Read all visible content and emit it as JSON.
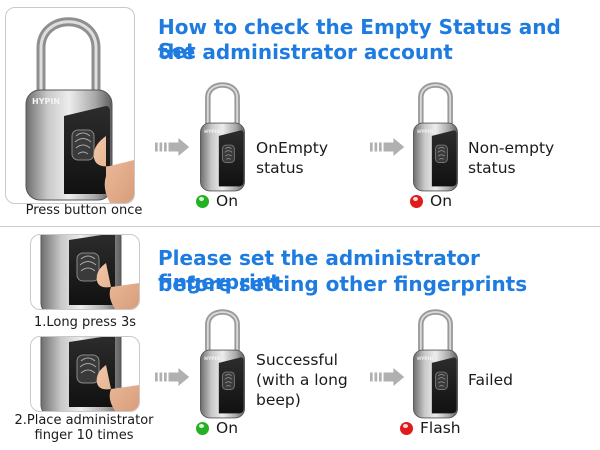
{
  "section1": {
    "heading_line1": "How to check the Empty Status and Set",
    "heading_line2": "the administrator account",
    "main_caption": "Press button once",
    "brand": "HYPIN",
    "left": {
      "status_line1": "OnEmpty",
      "status_line2": "status",
      "indicator_label": "On",
      "indicator_color": "#22b222"
    },
    "right": {
      "status_line1": "Non-empty",
      "status_line2": "status",
      "indicator_label": "On",
      "indicator_color": "#e01b1b"
    }
  },
  "section2": {
    "heading_line1": "Please set the administrator fingerprint",
    "heading_line2": "before setting other fingerprints",
    "step1_caption": "1.Long press 3s",
    "step2_caption_line1": "2.Place administrator",
    "step2_caption_line2": "finger 10 times",
    "left": {
      "status_line1": "Successful",
      "status_line2": "(with a long",
      "status_line3": "beep)",
      "indicator_label": "On",
      "indicator_color": "#22b222"
    },
    "right": {
      "status_line1": "Failed",
      "indicator_label": "Flash",
      "indicator_color": "#e01b1b"
    }
  },
  "colors": {
    "heading": "#1e7be0",
    "arrow": "#b0b0b0",
    "divider": "#cfcfcf"
  },
  "icons": [
    "padlock-icon",
    "fingerprint-icon",
    "finger-icon",
    "arrow-right-icon"
  ]
}
